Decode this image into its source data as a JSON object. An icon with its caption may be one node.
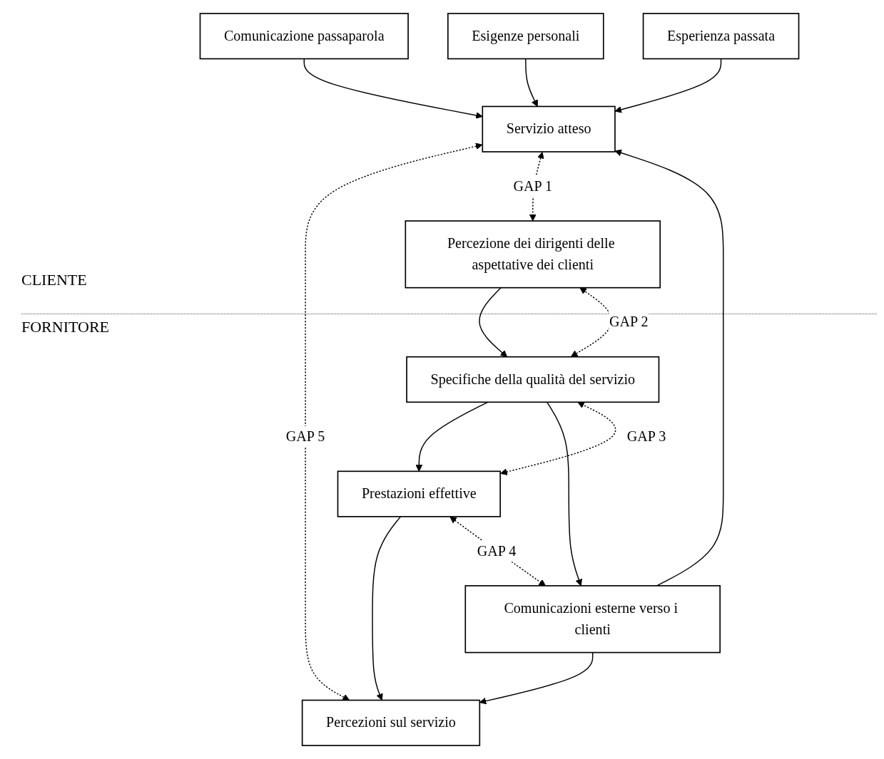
{
  "diagram": {
    "nodes": [
      {
        "text": [
          "Comunicazione passaparola"
        ]
      },
      {
        "text": [
          "Esigenze personali"
        ]
      },
      {
        "text": [
          "Esperienza passata"
        ]
      },
      {
        "text": [
          "Servizio atteso"
        ]
      },
      {
        "text": [
          "Percezioni sul servizio"
        ]
      },
      {
        "text": [
          "Prestazioni effettive"
        ]
      },
      {
        "text": [
          "Comunicazioni esterne verso i clienti"
        ]
      },
      {
        "text": [
          "Specifiche della qualità del servizio"
        ]
      },
      {
        "text": [
          "Percezione dei dirigenti delle aspettative dei clienti"
        ]
      }
    ],
    "edges": [
      {
        "from": 0,
        "to": 3,
        "arrow": "to"
      },
      {
        "from": 1,
        "to": 3,
        "arrow": "to"
      },
      {
        "from": 2,
        "to": 3,
        "arrow": "to"
      },
      {
        "from": 3,
        "to": 4,
        "arrow": "both",
        "style": "dashed",
        "label": "GAP 5"
      },
      {
        "from": 6,
        "to": 3,
        "arrow": "to"
      },
      {
        "from": 6,
        "to": 4,
        "arrow": "to"
      },
      {
        "from": 5,
        "to": 4,
        "arrow": "to"
      },
      {
        "from": 5,
        "to": 6,
        "arrow": "both",
        "style": "dashed",
        "label": "GAP 4"
      },
      {
        "from": 5,
        "to": 7,
        "arrow": "both",
        "style": "dashed",
        "label": "GAP 3"
      },
      {
        "from": 7,
        "to": 5,
        "arrow": "to"
      },
      {
        "from": 7,
        "to": 6,
        "arrow": "to"
      },
      {
        "from": 7,
        "to": 8,
        "arrow": "both",
        "style": "dashed",
        "label": "GAP 2"
      },
      {
        "from": 8,
        "to": 7,
        "arrow": "to"
      },
      {
        "from": 3,
        "to": 8,
        "arrow": "both",
        "style": "dashed",
        "label": "GAP 1"
      }
    ],
    "labels": [
      "CLIENTE",
      "FORNITORE"
    ]
  }
}
